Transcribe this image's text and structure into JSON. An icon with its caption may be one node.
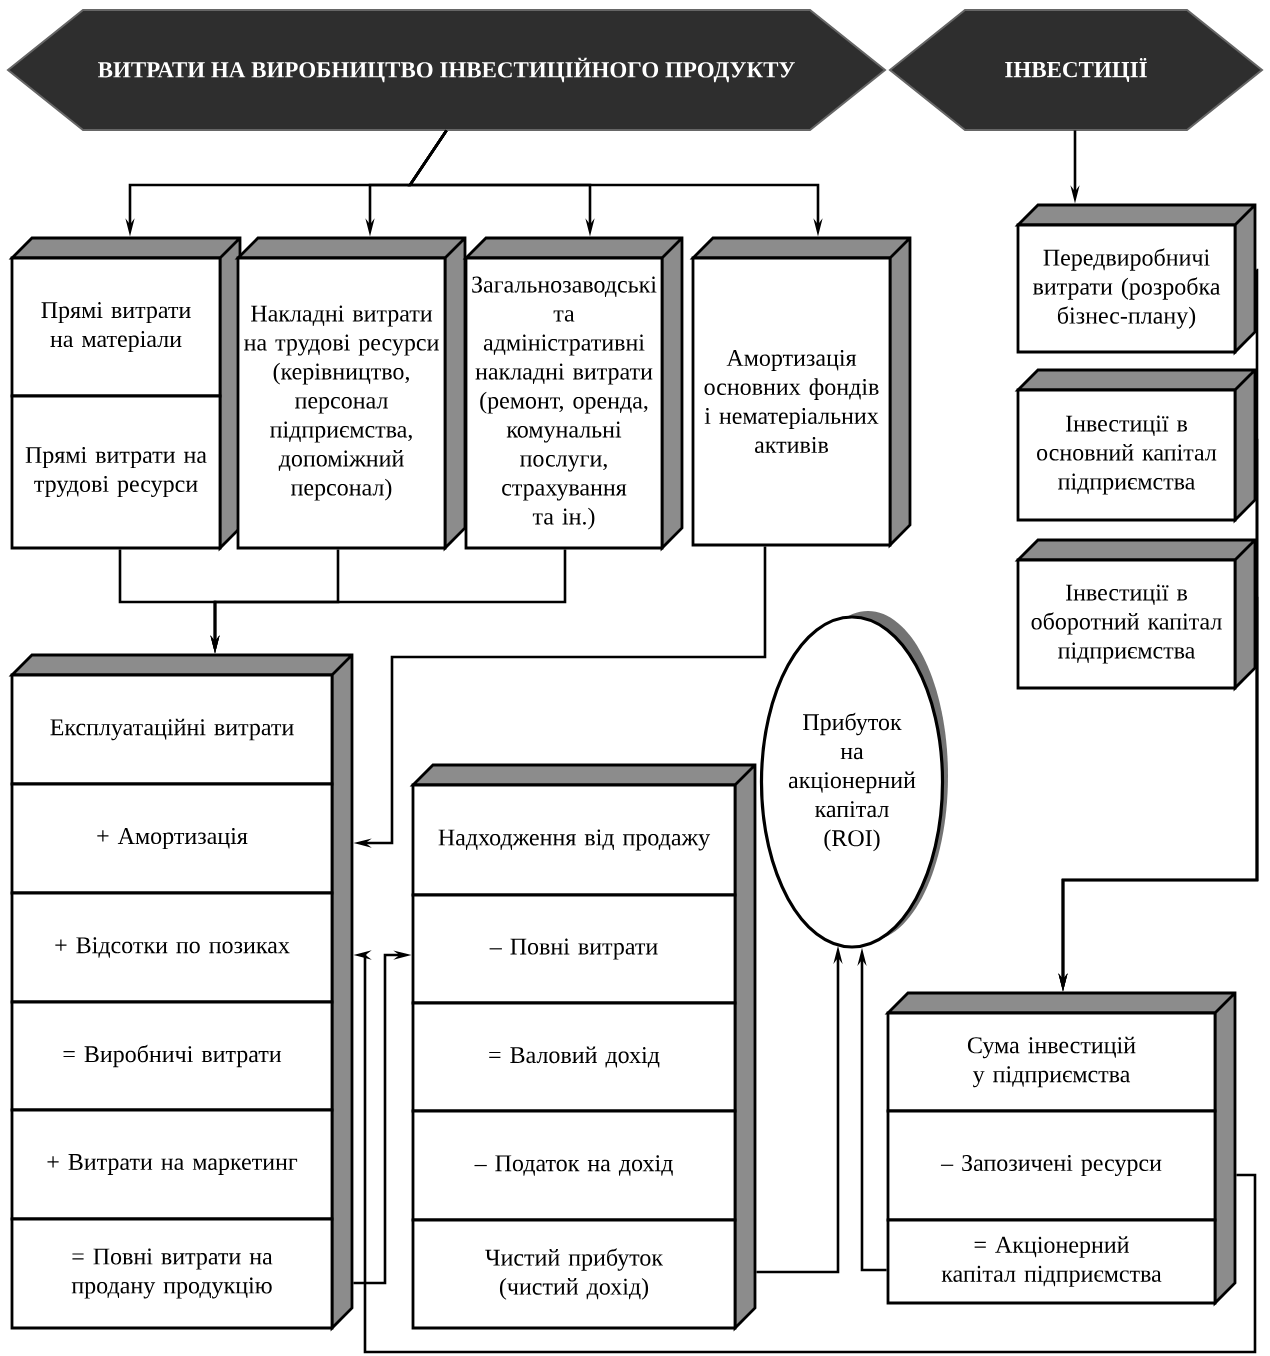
{
  "diagram": {
    "nodes": [
      {
        "text": [
          "ВИТРАТИ НА ВИРОБНИЦТВО ІНВЕСТИЦІЙНОГО ПРОДУКТУ"
        ]
      },
      {
        "text": [
          "ІНВЕСТИЦІЇ"
        ]
      },
      {
        "text": [
          "Прямі витрати на матеріали"
        ]
      },
      {
        "text": [
          "Прямі витрати на трудові ресурси"
        ]
      },
      {
        "text": [
          "Накладні витрати на трудові ресурси (керівництво, персонал підприємства, допоміжний персонал)"
        ]
      },
      {
        "text": [
          "Загальнозаводські та адміністративні накладні витрати (ремонт, оренда, комунальні послуги, страхування та ін.)"
        ]
      },
      {
        "text": [
          "Амортизація основних фондів і нематеріальних активів"
        ]
      },
      {
        "text": [
          "Передвиробничі витрати (розробка бізнес-плану)"
        ]
      },
      {
        "text": [
          "Інвестиції в основний капітал підприємства"
        ]
      },
      {
        "text": [
          "Інвестиції в оборотний капітал підприємства"
        ]
      },
      {
        "text": [
          "Експлуатаційні витрати"
        ]
      },
      {
        "text": [
          "+ Амортизація"
        ]
      },
      {
        "text": [
          "+ Відсотки по позиках"
        ]
      },
      {
        "text": [
          "= Виробничі витрати"
        ]
      },
      {
        "text": [
          "+ Витрати на маркетинг"
        ]
      },
      {
        "text": [
          "= Повні витрати на продану продукцію"
        ]
      },
      {
        "text": [
          "Прибуток на акціонерний капітал (ROI)"
        ]
      },
      {
        "text": [
          "Надходження від продажу"
        ]
      },
      {
        "text": [
          "– Повні витрати"
        ]
      },
      {
        "text": [
          "= Валовий дохід"
        ]
      },
      {
        "text": [
          "– Податок на дохід"
        ]
      },
      {
        "text": [
          "Чистий прибуток (чистий дохід)"
        ]
      },
      {
        "text": [
          "Сума інвестицій у підприємства"
        ]
      },
      {
        "text": [
          "– Запозичені ресурси"
        ]
      },
      {
        "text": [
          "= Акціонерний капітал підприємства"
        ]
      }
    ],
    "edges": [
      {
        "from": 0,
        "to": 2,
        "arrow": "to"
      },
      {
        "from": 0,
        "to": 4,
        "arrow": "to"
      },
      {
        "from": 0,
        "to": 5,
        "arrow": "to"
      },
      {
        "from": 0,
        "to": 6,
        "arrow": "to"
      },
      {
        "from": 1,
        "to": 7,
        "arrow": "to"
      },
      {
        "from": 3,
        "to": 10,
        "arrow": "to"
      },
      {
        "from": 4,
        "to": 10,
        "arrow": "to"
      },
      {
        "from": 5,
        "to": 10,
        "arrow": "to"
      },
      {
        "from": 6,
        "to": 11,
        "arrow": "to"
      },
      {
        "from": 15,
        "to": 18,
        "arrow": "to"
      },
      {
        "from": 23,
        "to": 12,
        "arrow": "to"
      },
      {
        "from": 21,
        "to": 16,
        "arrow": "to"
      },
      {
        "from": 24,
        "to": 16,
        "arrow": "to"
      },
      {
        "from": 7,
        "to": 22,
        "arrow": "to"
      },
      {
        "from": 8,
        "to": 22,
        "arrow": "to"
      },
      {
        "from": 9,
        "to": 22,
        "arrow": "to"
      }
    ]
  }
}
